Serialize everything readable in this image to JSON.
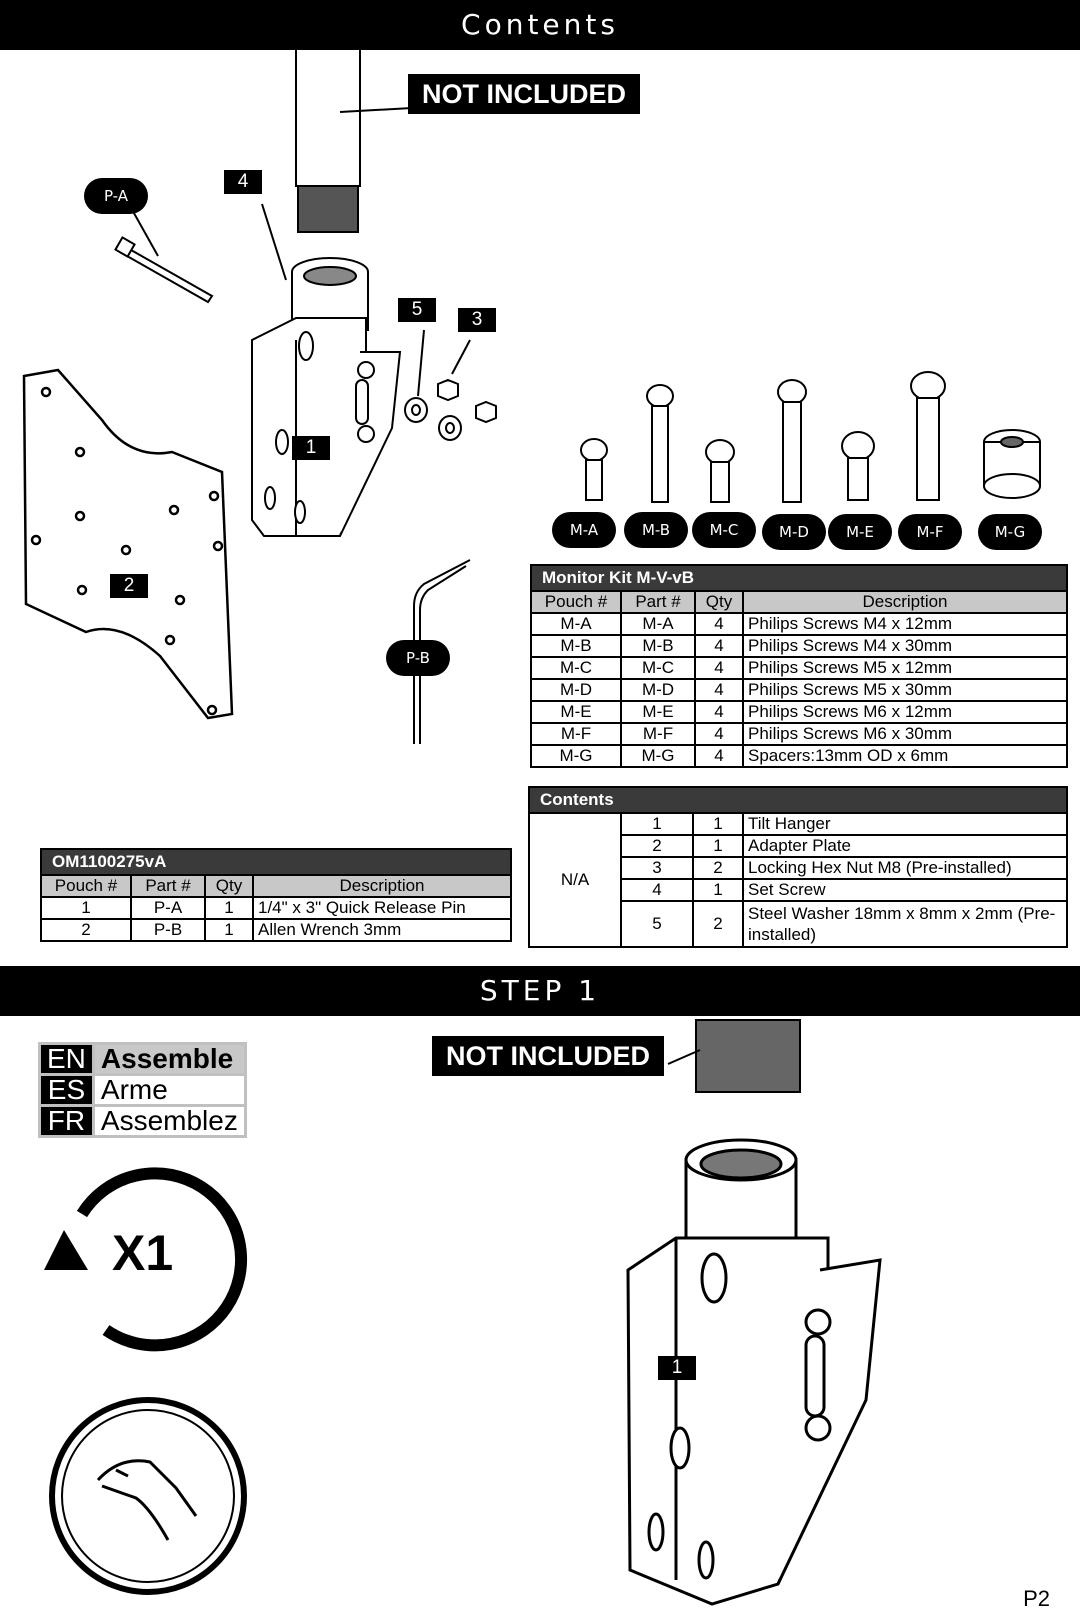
{
  "header": {
    "title": "Contents"
  },
  "not_included": {
    "label1": "NOT INCLUDED",
    "label2": "NOT INCLUDED"
  },
  "callouts": [
    "P-A",
    "4",
    "5",
    "3",
    "1",
    "2",
    "P-B",
    "1"
  ],
  "hardware_labels": [
    "M-A",
    "M-B",
    "M-C",
    "M-D",
    "M-E",
    "M-F",
    "M-G"
  ],
  "monitor_kit": {
    "title": "Monitor Kit M-V-vB",
    "headers": [
      "Pouch #",
      "Part #",
      "Qty",
      "Description"
    ],
    "rows": [
      [
        "M-A",
        "M-A",
        "4",
        "Philips Screws M4 x 12mm"
      ],
      [
        "M-B",
        "M-B",
        "4",
        "Philips Screws M4 x 30mm"
      ],
      [
        "M-C",
        "M-C",
        "4",
        "Philips Screws M5 x 12mm"
      ],
      [
        "M-D",
        "M-D",
        "4",
        "Philips Screws M5 x 30mm"
      ],
      [
        "M-E",
        "M-E",
        "4",
        "Philips Screws M6 x 12mm"
      ],
      [
        "M-F",
        "M-F",
        "4",
        "Philips Screws M6 x 30mm"
      ],
      [
        "M-G",
        "M-G",
        "4",
        "Spacers:13mm OD x 6mm"
      ]
    ]
  },
  "contents_table": {
    "title": "Contents",
    "pouch": "N/A",
    "rows": [
      [
        "1",
        "1",
        "Tilt Hanger"
      ],
      [
        "2",
        "1",
        "Adapter Plate"
      ],
      [
        "3",
        "2",
        "Locking Hex Nut M8 (Pre-installed)"
      ],
      [
        "4",
        "1",
        "Set Screw"
      ],
      [
        "5",
        "2",
        "Steel Washer 18mm x 8mm x 2mm (Pre-installed)"
      ]
    ]
  },
  "om_kit": {
    "title": "OM1100275vA",
    "headers": [
      "Pouch #",
      "Part #",
      "Qty",
      "Description"
    ],
    "rows": [
      [
        "1",
        "P-A",
        "1",
        "1/4\" x 3\" Quick Release Pin"
      ],
      [
        "2",
        "P-B",
        "1",
        "Allen Wrench 3mm"
      ]
    ]
  },
  "step": {
    "title": "STEP 1"
  },
  "languages": [
    {
      "code": "EN",
      "text": "Assemble"
    },
    {
      "code": "ES",
      "text": "Arme"
    },
    {
      "code": "FR",
      "text": "Assemblez"
    }
  ],
  "repeat_label": "X1",
  "page_number": "P2"
}
